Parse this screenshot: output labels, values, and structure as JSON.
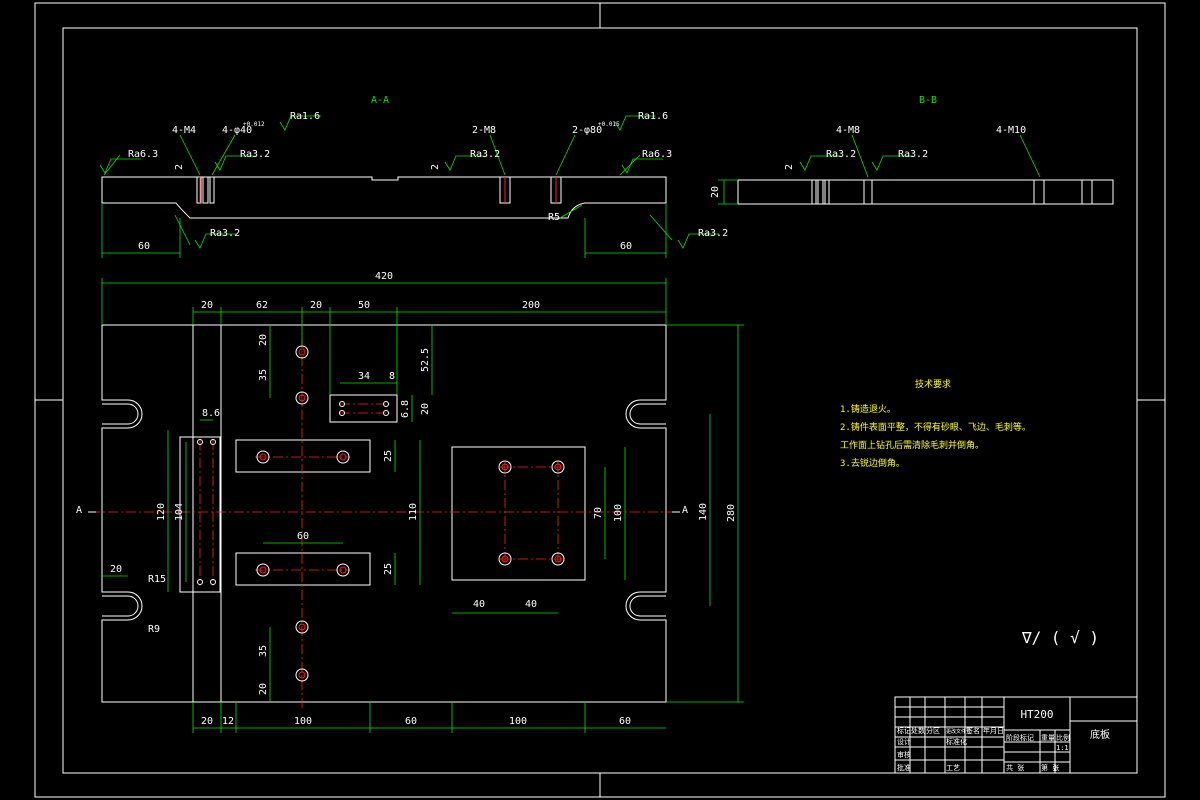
{
  "views": {
    "section_aa": "A-A",
    "section_bb": "B-B",
    "section_mark_left": "A",
    "section_mark_right": "A"
  },
  "section_aa_labels": {
    "holes_m4": "4-M4",
    "holes_d40": "4-φ40",
    "d40_tol": "+0.012",
    "holes_m8": "2-M8",
    "holes_d80": "2-φ80",
    "d80_tol": "+0.015",
    "ra16_a": "Ra1.6",
    "ra16_b": "Ra1.6",
    "ra63_a": "Ra6.3",
    "ra63_b": "Ra6.3",
    "ra32_a": "Ra3.2",
    "ra32_b": "Ra3.2",
    "ra32_c": "Ra3.2",
    "ra32_d": "Ra3.2",
    "dim_60_left": "60",
    "dim_60_right": "60",
    "depth_2_a": "2",
    "depth_2_b": "2",
    "radius_r5": "R5"
  },
  "section_bb_labels": {
    "holes_m8": "4-M8",
    "holes_m10": "4-M10",
    "ra32_a": "Ra3.2",
    "ra32_b": "Ra3.2",
    "depth_2": "2",
    "thickness": "20"
  },
  "plan_dims": {
    "overall_width": "420",
    "top_20a": "20",
    "top_62": "62",
    "top_20b": "20",
    "top_50": "50",
    "top_200": "200",
    "left_20a": "20",
    "left_35a": "35",
    "left_35b": "35",
    "left_20b": "20",
    "slot_34": "34",
    "slot_8": "8",
    "slot_52_5": "52.5",
    "slot_6_8": "6.8",
    "slot_20": "20",
    "strip_8_6": "8.6",
    "dim_120": "120",
    "dim_104": "104",
    "dim_25a": "25",
    "dim_25b": "25",
    "dim_110": "110",
    "dim_60_mid": "60",
    "dim_70": "70",
    "dim_100_right": "100",
    "dim_140": "140",
    "dim_280": "280",
    "dim_40a": "40",
    "dim_40b": "40",
    "notch_20": "20",
    "radius_r15": "R15",
    "radius_r9": "R9",
    "bot_20": "20",
    "bot_12": "12",
    "bot_100a": "100",
    "bot_60a": "60",
    "bot_100b": "100",
    "bot_60b": "60"
  },
  "notes": {
    "heading": "技术要求",
    "item1": "1.铸造退火。",
    "item2": "2.铸件表面平整，不得有砂眼、飞边、毛刺等。",
    "item2b": "工作面上钻孔后需清除毛刺并倒角。",
    "item3": "3.去锐边倒角。"
  },
  "roughness_note": "∇/ ( √ )",
  "title_block": {
    "material": "HT200",
    "part_name": "底板",
    "cells": [
      "标记",
      "处数",
      "分区",
      "更改文件号",
      "签名",
      "年月日",
      "设计",
      "标准化",
      "审核",
      "批准",
      "工艺",
      "阶段标记",
      "重量",
      "比例",
      "共 张",
      "第 张",
      "1:1"
    ]
  },
  "colors": {
    "part_outline": "#ffffff",
    "dimensions": "#00e600",
    "center_lines": "#ff2020",
    "notes_text": "#ffff00",
    "background": "#000000"
  }
}
